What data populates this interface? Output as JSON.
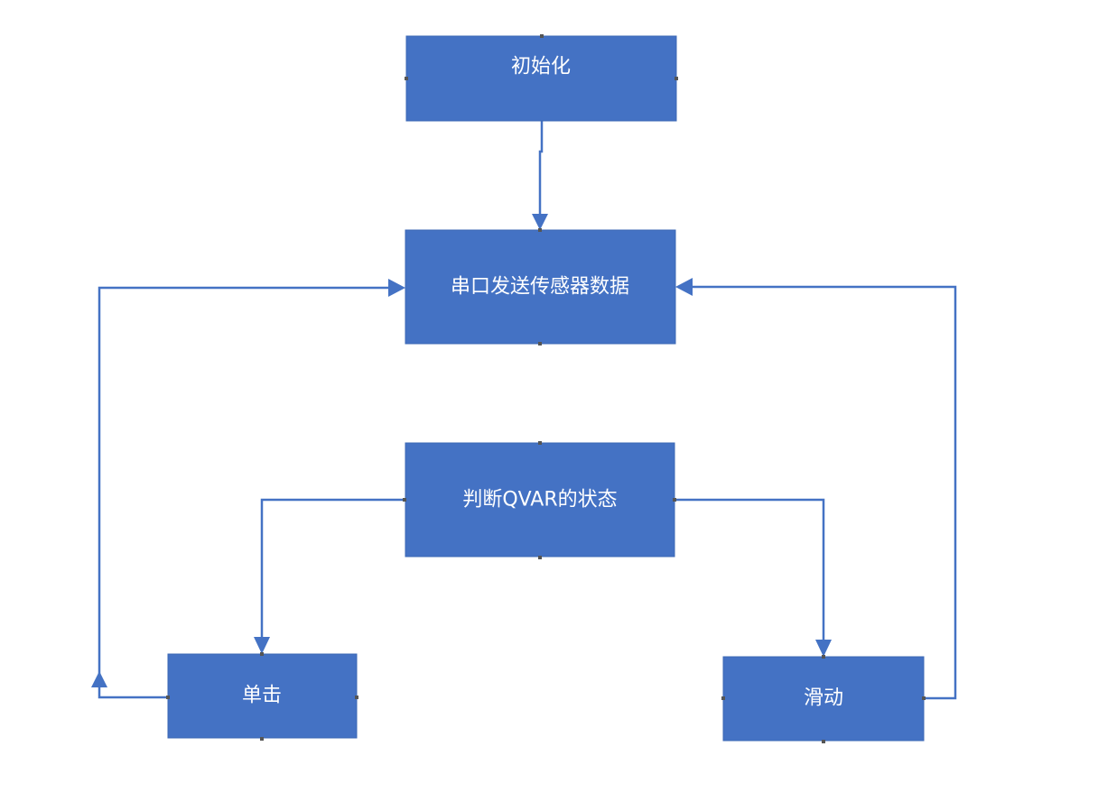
{
  "nodes": {
    "init": {
      "label": "初始化"
    },
    "serial_send": {
      "label": "串口发送传感器数据"
    },
    "qvar_state": {
      "label": "判断QVAR的状态"
    },
    "single_click": {
      "label": "单击"
    },
    "slide": {
      "label": "滑动"
    }
  },
  "colors": {
    "node_fill": "#4472c4",
    "connector": "#4472c4",
    "label_text": "#ffffff"
  }
}
